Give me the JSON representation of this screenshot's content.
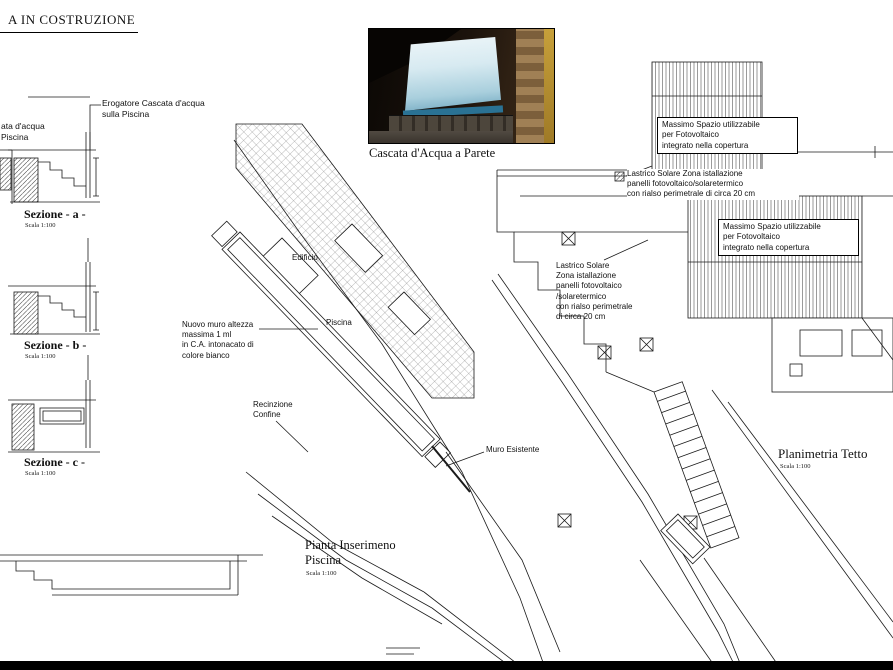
{
  "page": {
    "title": "A IN COSTRUZIONE"
  },
  "photo": {
    "caption": "Cascata d'Acqua a Parete"
  },
  "sections": {
    "cascata_cut_label": "ata d'acqua\nPiscina",
    "erogatore_label": "Erogatore Cascata d'acqua\nsulla Piscina",
    "a_title": "Sezione - a -",
    "a_scale": "Scala 1:100",
    "b_title": "Sezione - b -",
    "b_scale": "Scala 1:100",
    "c_title": "Sezione - c -",
    "c_scale": "Scala 1:100"
  },
  "plan": {
    "edificio_label": "Edificio",
    "piscina_label": "Piscina",
    "nuovo_muro_note": "Nuovo muro altezza\nmassima 1 ml\nin C.A. intonacato di\ncolore bianco",
    "recinzione_note": "Recinzione\nConfine",
    "muro_esistente_note": "Muro Esistente",
    "title": "Pianta Inserimeno\nPiscina",
    "scale": "Scala 1:100"
  },
  "roof": {
    "massimo_box1": "Massimo Spazio utilizzabile\nper Fotovoltaico\nintegrato nella copertura",
    "massimo_box2": "Massimo Spazio utilizzabile\nper Fotovoltaico\nintegrato nella copertura",
    "lastrico_top_note": "Lastrico Solare Zona istallazione\npanelli fotovoltaico/solaretermico\ncon rialso perimetrale di circa 20 cm",
    "lastrico_left_note": "Lastrico Solare\nZona istallazione\npanelli fotovoltaico\n/solaretermico\ncon rialso perimetrale\ndi circa 20 cm",
    "title": "Planimetria Tetto",
    "scale": "Scala 1:100"
  },
  "colors": {
    "line": "#1a1a1a",
    "water_wall": "#cfe6ee",
    "stone_wall": "#a08055",
    "accent_yellow": "#c7a03a"
  }
}
